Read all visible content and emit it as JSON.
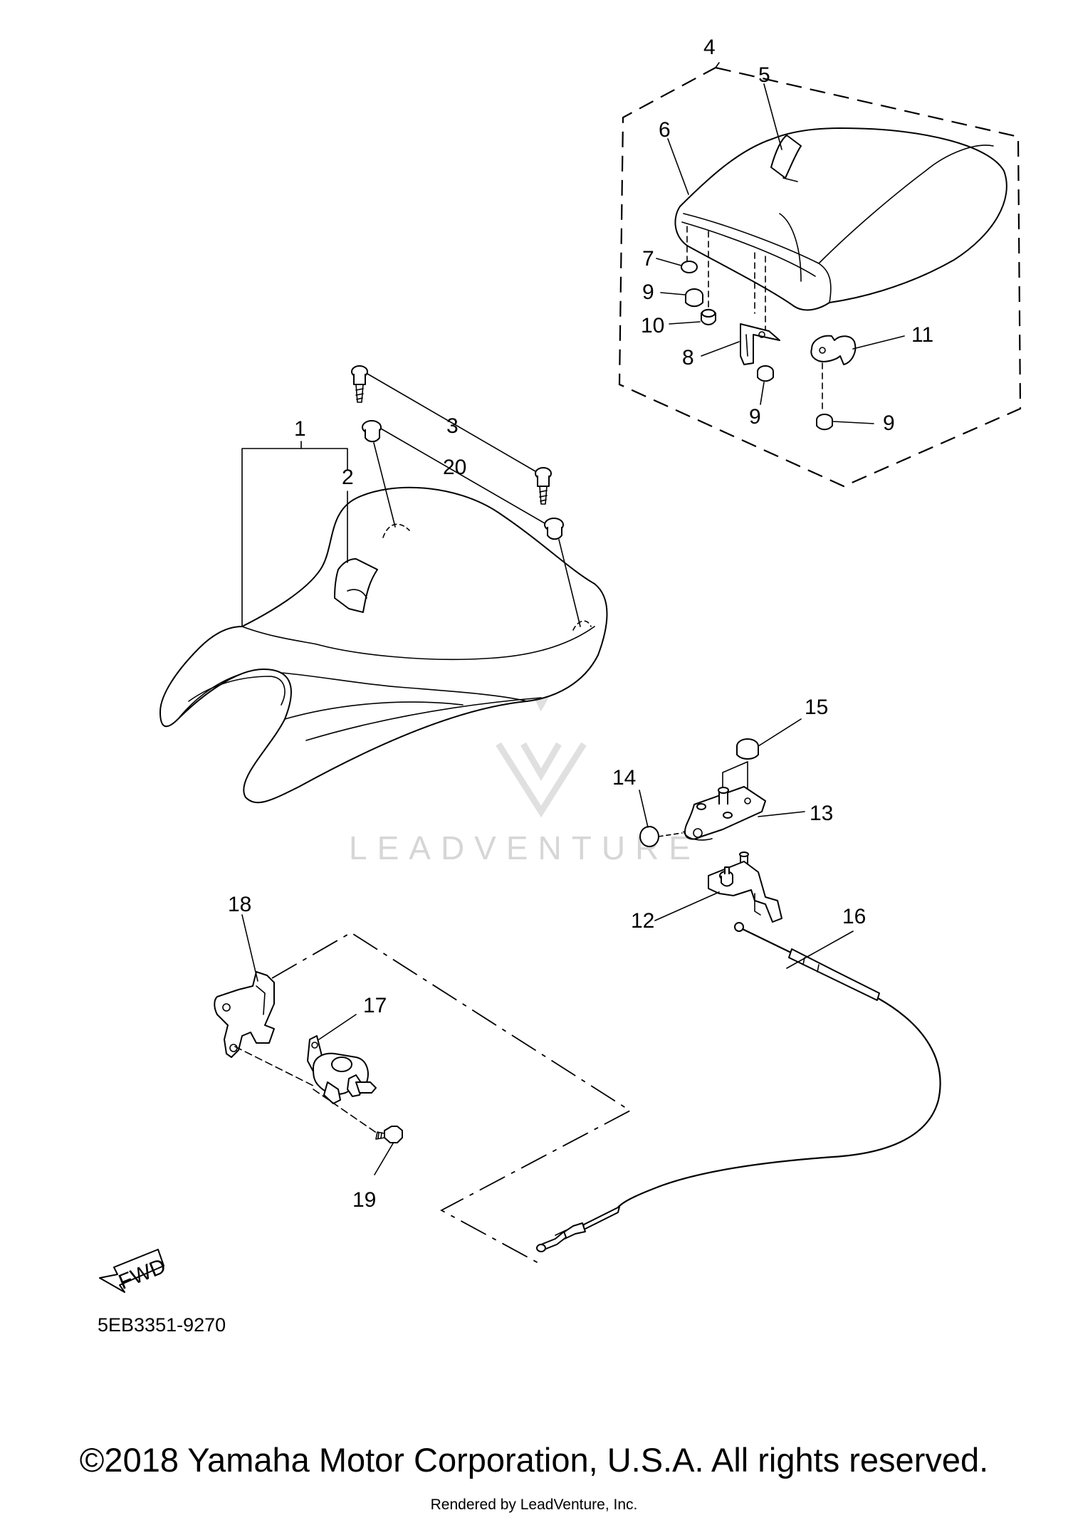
{
  "callouts": [
    {
      "id": "1",
      "label": "1"
    },
    {
      "id": "2",
      "label": "2"
    },
    {
      "id": "3",
      "label": "3"
    },
    {
      "id": "4",
      "label": "4"
    },
    {
      "id": "5",
      "label": "5"
    },
    {
      "id": "6",
      "label": "6"
    },
    {
      "id": "7",
      "label": "7"
    },
    {
      "id": "8",
      "label": "8"
    },
    {
      "id": "9a",
      "label": "9"
    },
    {
      "id": "9b",
      "label": "9"
    },
    {
      "id": "9c",
      "label": "9"
    },
    {
      "id": "10",
      "label": "10"
    },
    {
      "id": "11",
      "label": "11"
    },
    {
      "id": "12",
      "label": "12"
    },
    {
      "id": "13",
      "label": "13"
    },
    {
      "id": "14",
      "label": "14"
    },
    {
      "id": "15",
      "label": "15"
    },
    {
      "id": "16",
      "label": "16"
    },
    {
      "id": "17",
      "label": "17"
    },
    {
      "id": "18",
      "label": "18"
    },
    {
      "id": "19",
      "label": "19"
    },
    {
      "id": "20",
      "label": "20"
    }
  ],
  "fwd_arrow": {
    "label": "FWD"
  },
  "diagram_code": "5EB3351-9270",
  "watermark": {
    "text": "LEADVENTURE",
    "color": "#d6d6d6"
  },
  "copyright": "©2018 Yamaha Motor Corporation, U.S.A. All rights reserved.",
  "rendered_by": "Rendered by LeadVenture, Inc."
}
